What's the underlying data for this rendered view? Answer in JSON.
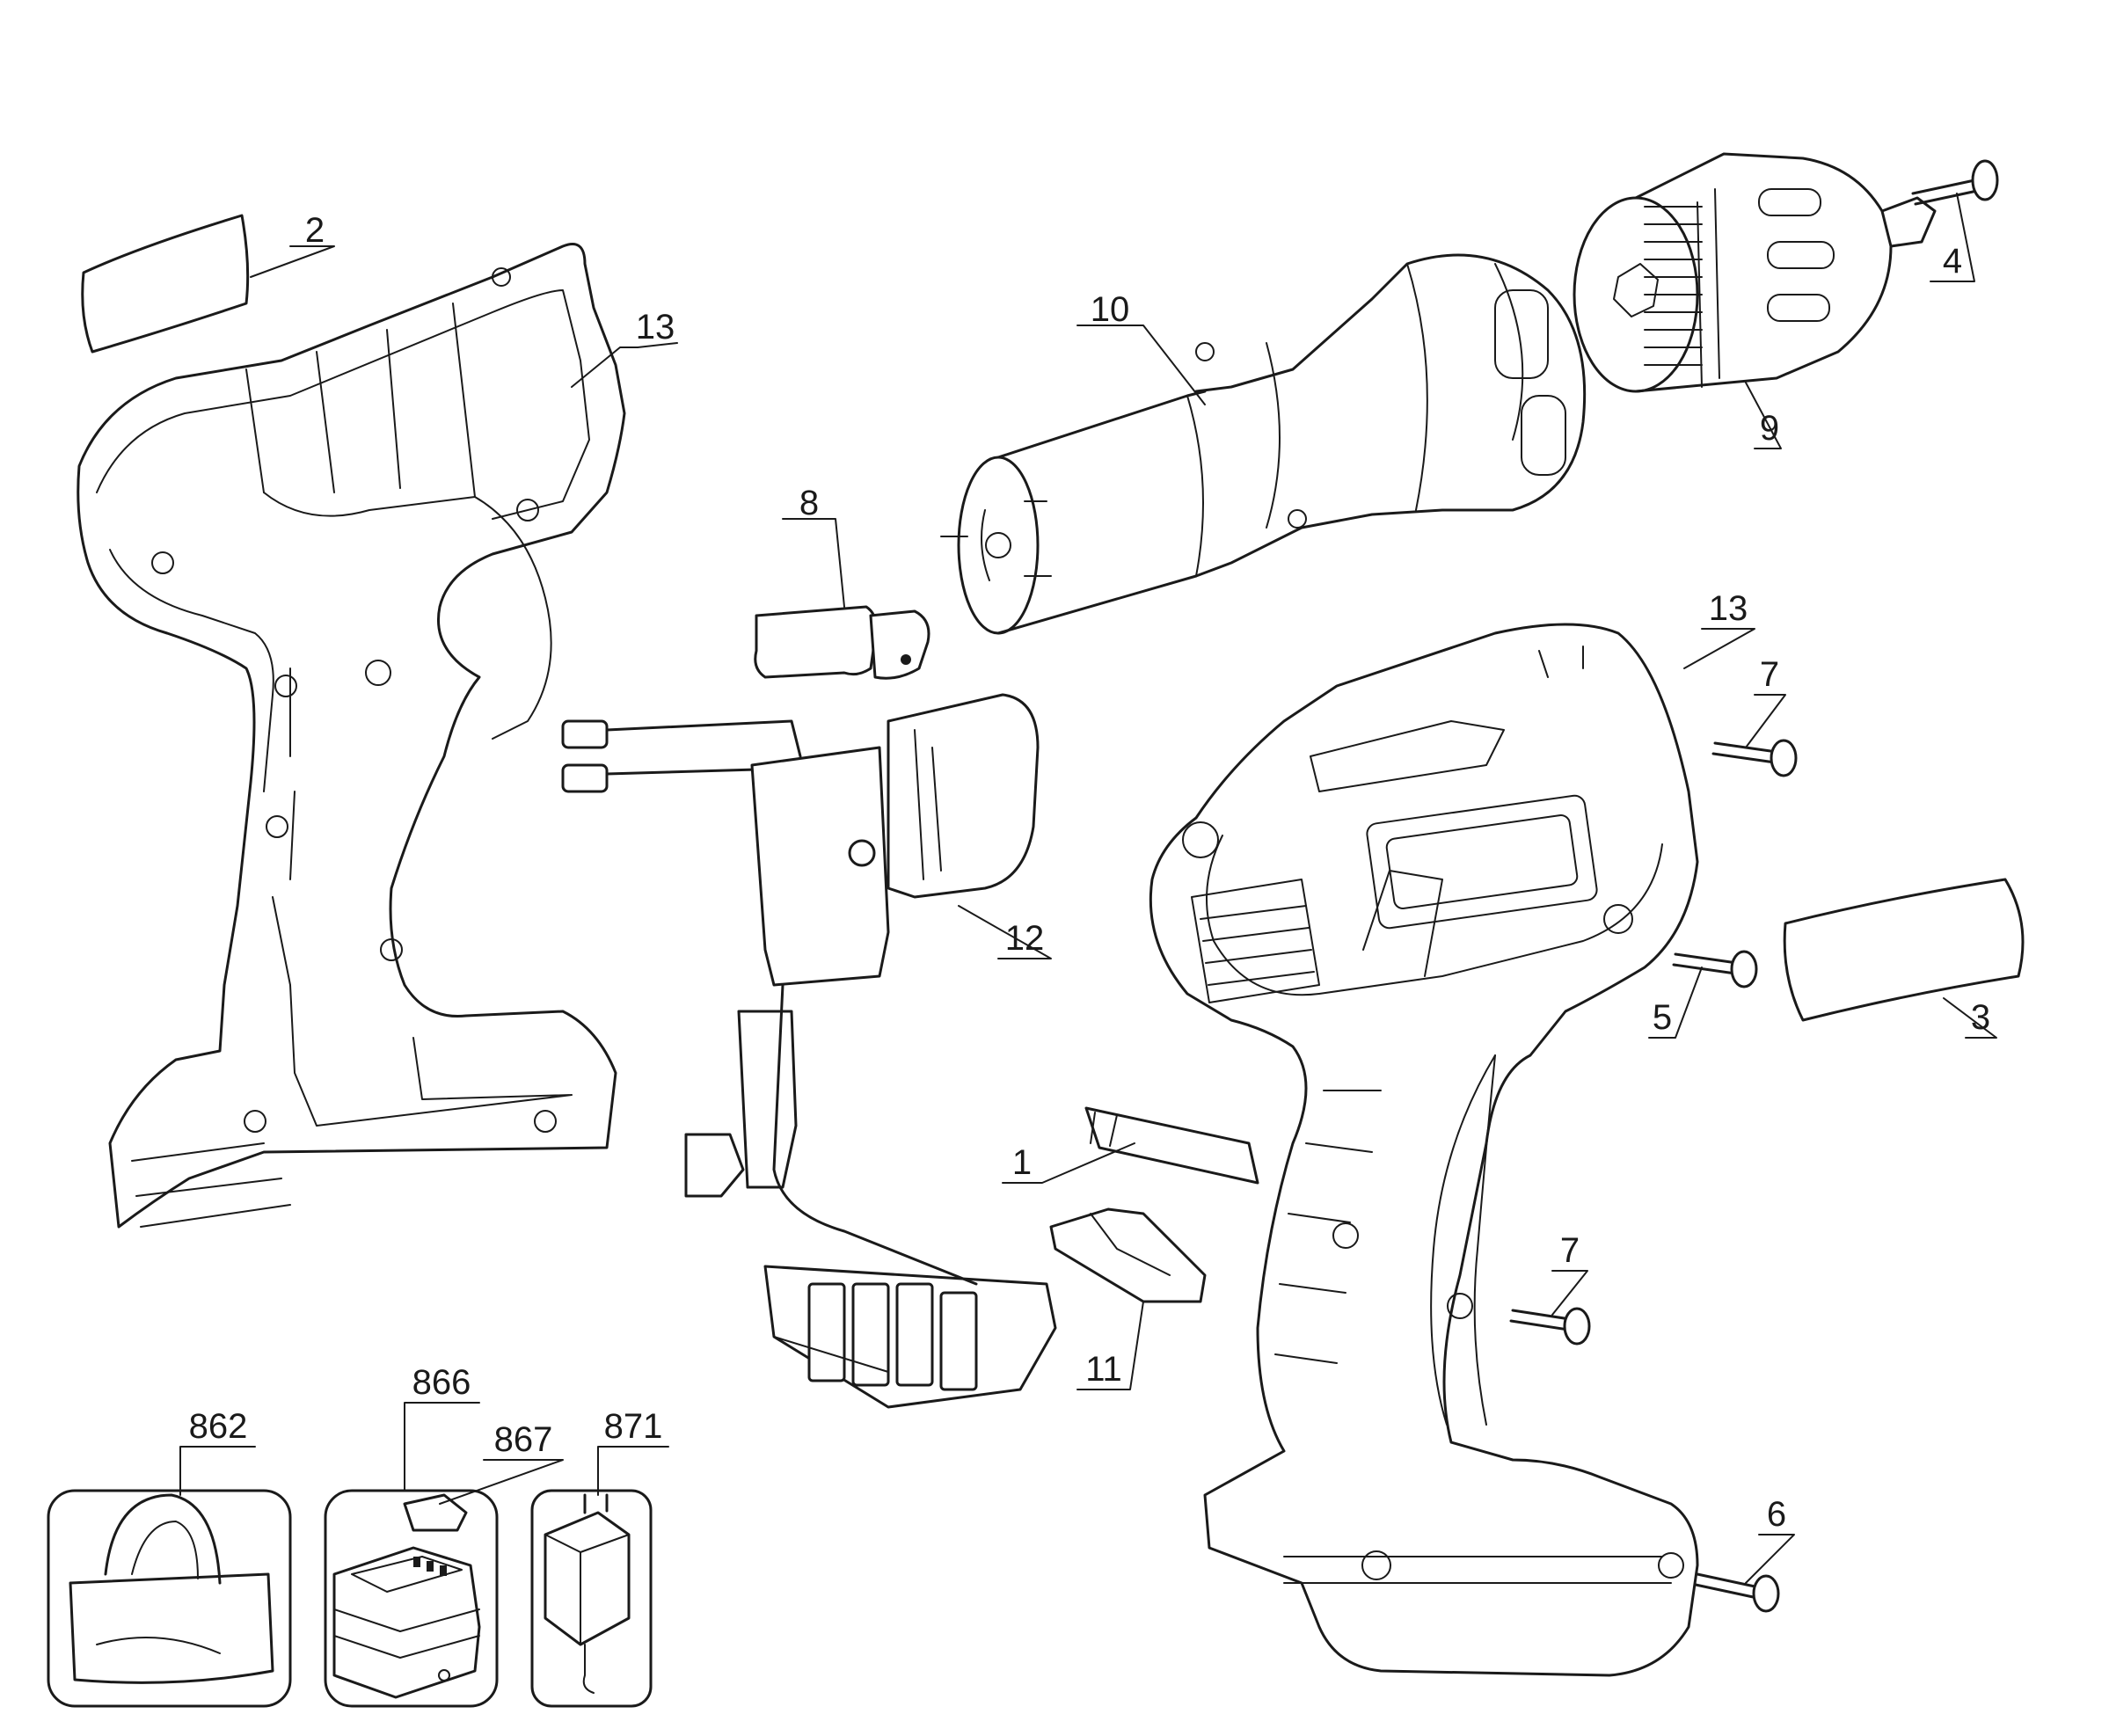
{
  "callouts": [
    {
      "id": "c2",
      "text": "2"
    },
    {
      "id": "c13a",
      "text": "13"
    },
    {
      "id": "c10",
      "text": "10"
    },
    {
      "id": "c4",
      "text": "4"
    },
    {
      "id": "c9",
      "text": "9"
    },
    {
      "id": "c8",
      "text": "8"
    },
    {
      "id": "c13b",
      "text": "13"
    },
    {
      "id": "c7a",
      "text": "7"
    },
    {
      "id": "c12",
      "text": "12"
    },
    {
      "id": "c5",
      "text": "5"
    },
    {
      "id": "c3",
      "text": "3"
    },
    {
      "id": "c1",
      "text": "1"
    },
    {
      "id": "c7b",
      "text": "7"
    },
    {
      "id": "c11",
      "text": "11"
    },
    {
      "id": "c6",
      "text": "6"
    },
    {
      "id": "c862",
      "text": "862"
    },
    {
      "id": "c866",
      "text": "866"
    },
    {
      "id": "c867",
      "text": "867"
    },
    {
      "id": "c871",
      "text": "871"
    }
  ]
}
